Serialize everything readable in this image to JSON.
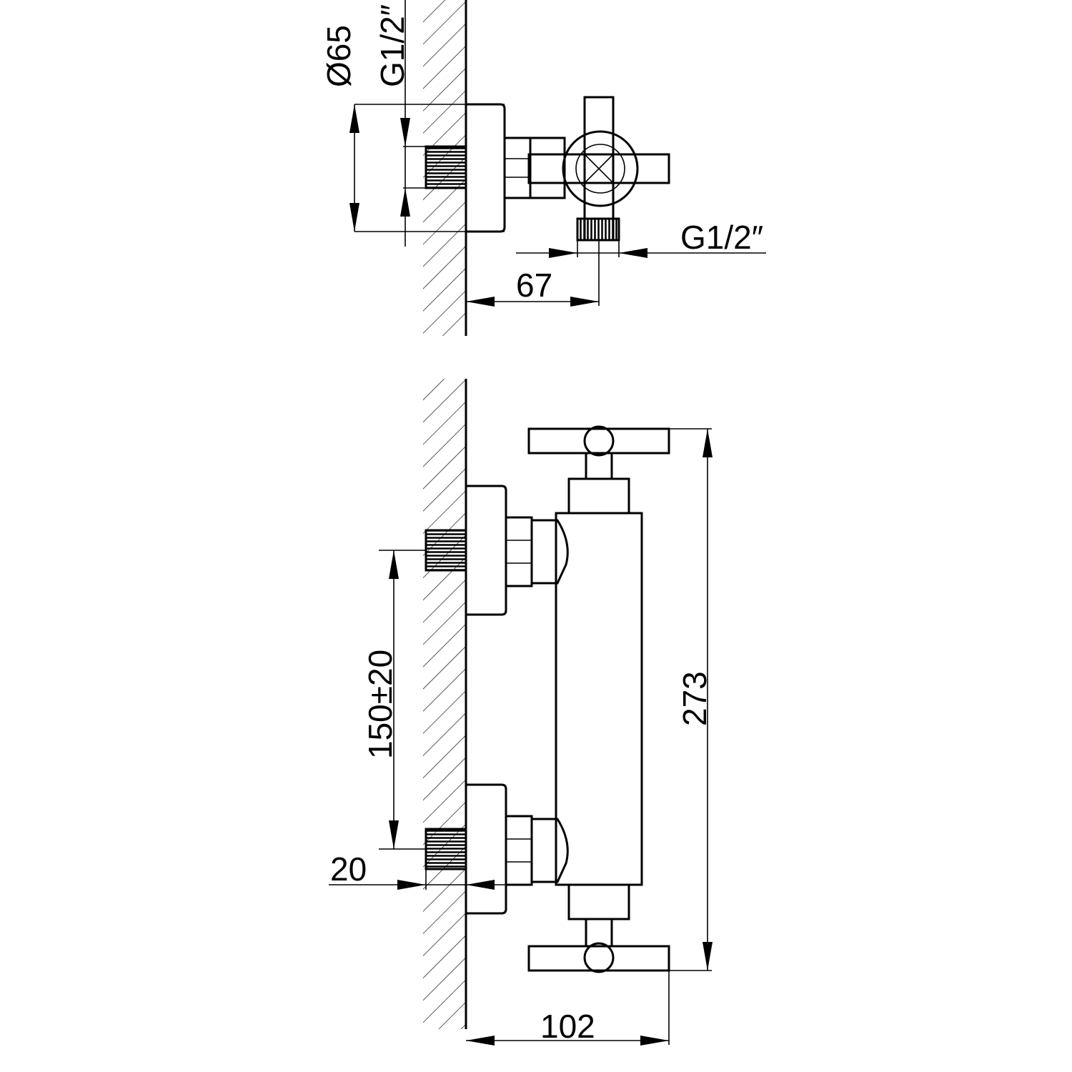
{
  "dimensions": {
    "top_diameter": "Ø65",
    "top_thread_inlet": "G1/2″",
    "top_thread_outlet": "G1/2″",
    "top_projection": "67",
    "side_spacing": "150±20",
    "side_thread_depth": "20",
    "side_height": "273",
    "side_projection": "102"
  },
  "colors": {
    "line": "#000000",
    "background": "#ffffff"
  }
}
